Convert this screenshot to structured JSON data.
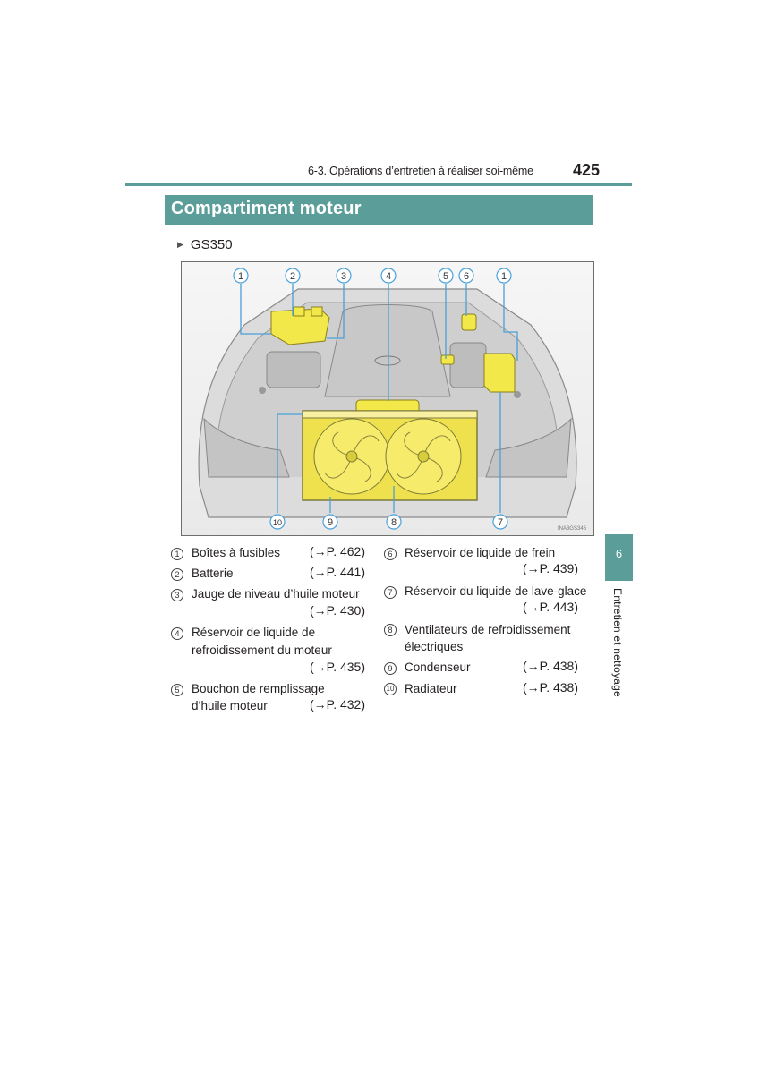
{
  "header": {
    "section": "6-3. Opérations d’entretien à réaliser soi-même",
    "page_number": "425"
  },
  "title": "Compartiment moteur",
  "model": "GS350",
  "figure": {
    "code": "INA3GS346",
    "highlight_color": "#f2e84a",
    "callouts": [
      "1",
      "2",
      "3",
      "4",
      "5",
      "6",
      "1",
      "10",
      "9",
      "8",
      "7"
    ]
  },
  "legend": {
    "left": [
      {
        "num": "1",
        "line1": "Boîtes à fusibles",
        "line2": "",
        "ref": "(→P. 462)"
      },
      {
        "num": "2",
        "line1": "Batterie",
        "line2": "",
        "ref": "(→P. 441)"
      },
      {
        "num": "3",
        "line1": "Jauge de niveau d’huile moteur",
        "line2": "",
        "ref": "(→P. 430)"
      },
      {
        "num": "4",
        "line1": "Réservoir de liquide de",
        "line2": "refroidissement du moteur",
        "ref": "(→P. 435)"
      },
      {
        "num": "5",
        "line1": "Bouchon de remplissage",
        "line2": "d’huile moteur",
        "ref": "(→P. 432)"
      }
    ],
    "right": [
      {
        "num": "6",
        "line1": "Réservoir de liquide de frein",
        "line2": "",
        "ref": "(→P. 439)"
      },
      {
        "num": "7",
        "line1": "Réservoir du liquide de lave-glace",
        "line2": "",
        "ref": "(→P. 443)"
      },
      {
        "num": "8",
        "line1": "Ventilateurs de refroidissement",
        "line2": "électriques",
        "ref": ""
      },
      {
        "num": "9",
        "line1": "Condenseur",
        "line2": "",
        "ref": "(→P. 438)"
      },
      {
        "num": "10",
        "line1": "Radiateur",
        "line2": "",
        "ref": "(→P. 438)"
      }
    ]
  },
  "side_tab": {
    "number": "6",
    "label": "Entretien et nettoyage"
  }
}
